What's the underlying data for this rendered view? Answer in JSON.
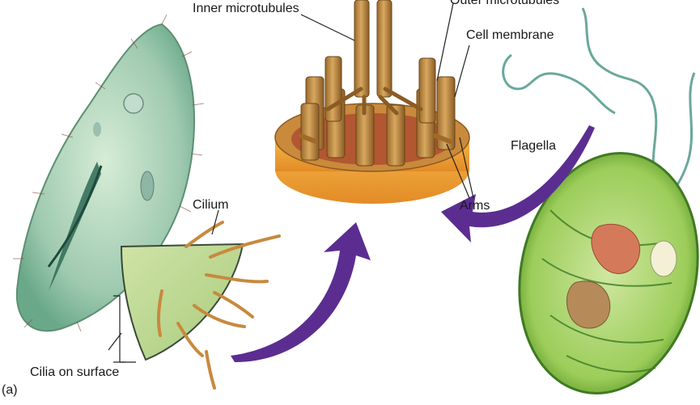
{
  "labels": {
    "inner_microtubules": "Inner microtubules",
    "outer_microtubules": "Outer microtubules",
    "cell_membrane": "Cell membrane",
    "flagella": "Flagella",
    "cilium": "Cilium",
    "arms": "Arms",
    "cilia_on_surface": "Cilia on surface",
    "panel_letter": "(a)"
  },
  "colors": {
    "arrow": "#5b2d91",
    "paramecium": "#a9cfb2",
    "microtubule": "#c9964a",
    "base_disc": "#e6a13a",
    "green_cell": "#8cc04a",
    "leader_line": "#222222"
  }
}
